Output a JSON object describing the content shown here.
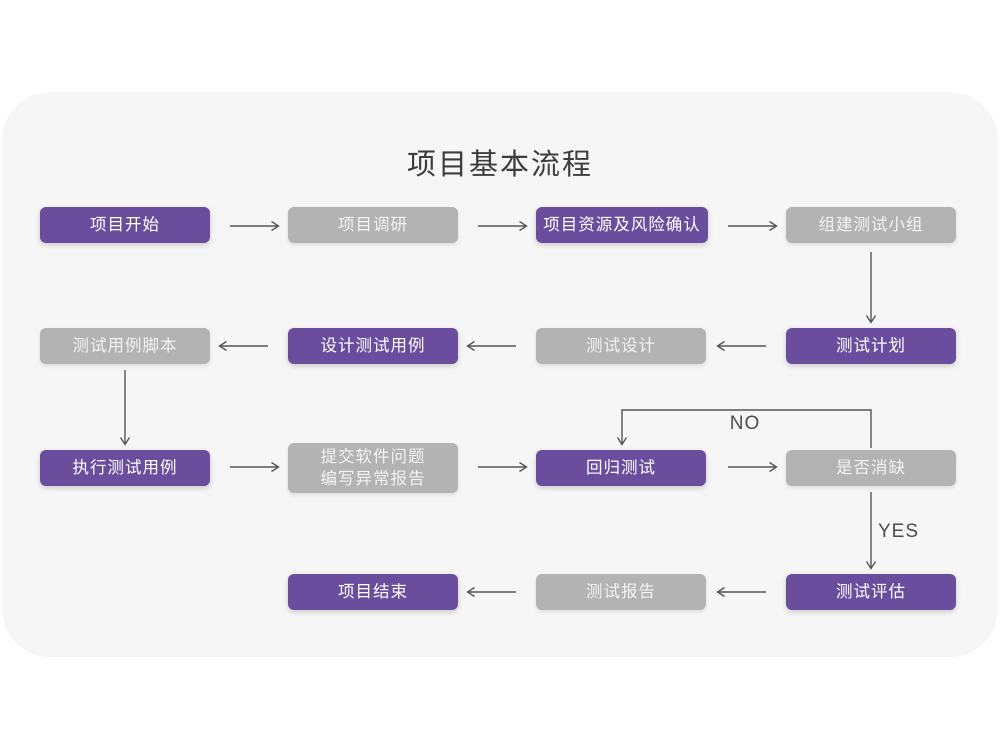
{
  "title": "项目基本流程",
  "edge_labels": {
    "no": "NO",
    "yes": "YES"
  },
  "colors": {
    "purple": "#6b4d9d",
    "gray": "#b3b3b3",
    "card_bg": "#f6f6f6",
    "arrow": "#555555",
    "arrow_label": "#4d4d4d",
    "title_text": "#3d3d3d"
  },
  "nodes": [
    {
      "id": "project-start",
      "label": "项目开始",
      "variant": "purple"
    },
    {
      "id": "project-research",
      "label": "项目调研",
      "variant": "gray"
    },
    {
      "id": "risk-confirm",
      "label": "项目资源及风险确认",
      "variant": "purple"
    },
    {
      "id": "build-test-team",
      "label": "组建测试小组",
      "variant": "gray"
    },
    {
      "id": "test-plan",
      "label": "测试计划",
      "variant": "purple"
    },
    {
      "id": "test-design",
      "label": "测试设计",
      "variant": "gray"
    },
    {
      "id": "design-test-cases",
      "label": "设计测试用例",
      "variant": "purple"
    },
    {
      "id": "test-case-script",
      "label": "测试用例脚本",
      "variant": "gray"
    },
    {
      "id": "execute-test-cases",
      "label": "执行测试用例",
      "variant": "purple"
    },
    {
      "id": "submit-issue-report",
      "label": "提交软件问题",
      "label2": "编写异常报告",
      "variant": "gray"
    },
    {
      "id": "regression-test",
      "label": "回归测试",
      "variant": "purple"
    },
    {
      "id": "defect-cleared",
      "label": "是否消缺",
      "variant": "gray"
    },
    {
      "id": "test-evaluate",
      "label": "测试评估",
      "variant": "purple"
    },
    {
      "id": "test-report",
      "label": "测试报告",
      "variant": "gray"
    },
    {
      "id": "project-end",
      "label": "项目结束",
      "variant": "purple"
    }
  ]
}
